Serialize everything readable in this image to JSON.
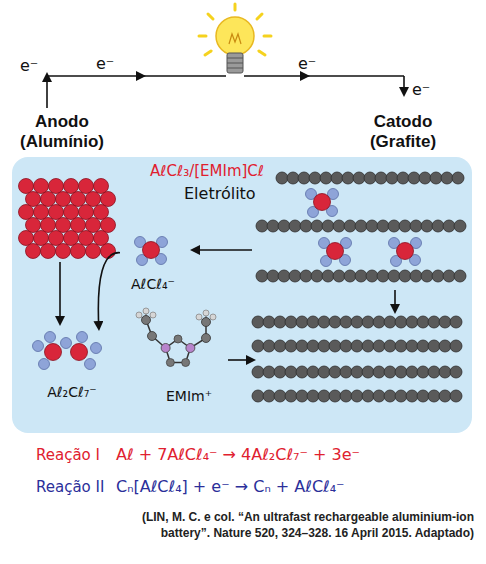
{
  "diagram": {
    "caption": "(LIN, M. C. e col. “An ultrafast rechargeable aluminium-ion battery”. Nature 520, 324–328. 16 April 2015. Adaptado)",
    "nodes": [
      {
        "text": [
          "AℓCℓ₃/[EMIm]Cℓ",
          "Eletrólito"
        ]
      },
      {
        "text": [
          "AℓCℓ₄⁻"
        ],
        "in": 0
      },
      {
        "text": [
          "Aℓ₂Cℓ₇⁻"
        ],
        "in": 0
      },
      {
        "text": [
          "EMIm⁺"
        ],
        "in": 0
      }
    ],
    "edges": [
      {
        "from": 1,
        "to": 2,
        "arrow": "to"
      }
    ],
    "labels": [
      "e⁻",
      "e⁻",
      "e⁻",
      "e⁻",
      "Anodo (Alumínio)",
      "Catodo (Grafite)",
      "Reação I",
      "Aℓ + 7AℓCℓ₄⁻ → 4Aℓ₂Cℓ₇⁻ + 3e⁻",
      "Reação II",
      "Cₙ[AℓCℓ₄] + e⁻ → Cₙ + AℓCℓ₄⁻"
    ]
  }
}
